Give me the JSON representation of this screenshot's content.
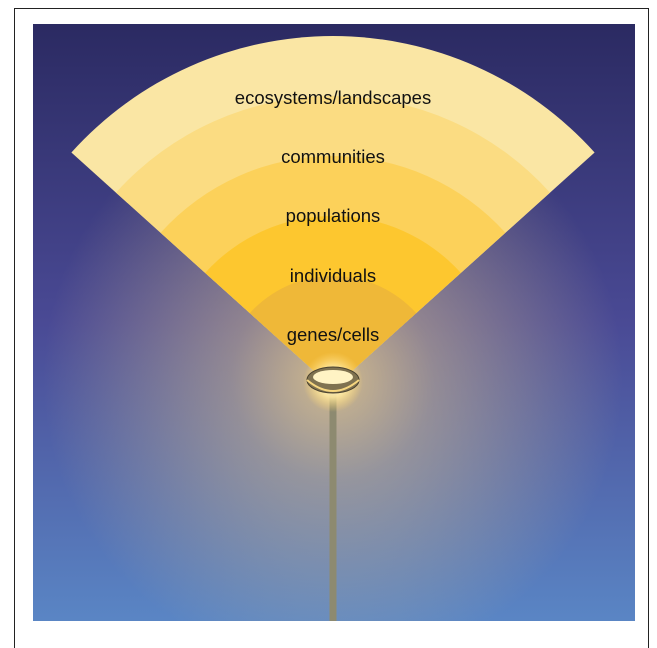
{
  "levels": [
    {
      "label": "ecosystems/landscapes",
      "color": "#fae6a4"
    },
    {
      "label": "communities",
      "color": "#fbdc82"
    },
    {
      "label": "populations",
      "color": "#fcd15a"
    },
    {
      "label": "individuals",
      "color": "#fdc72f"
    },
    {
      "label": "genes/cells",
      "color": "#efb838"
    }
  ],
  "colors": {
    "sky_top": "#2b2a62",
    "sky_mid": "#4a4a95",
    "sky_bottom": "#5a86c5",
    "glow": "#e8cc8a",
    "lamp_pole": "#8d8a70"
  }
}
